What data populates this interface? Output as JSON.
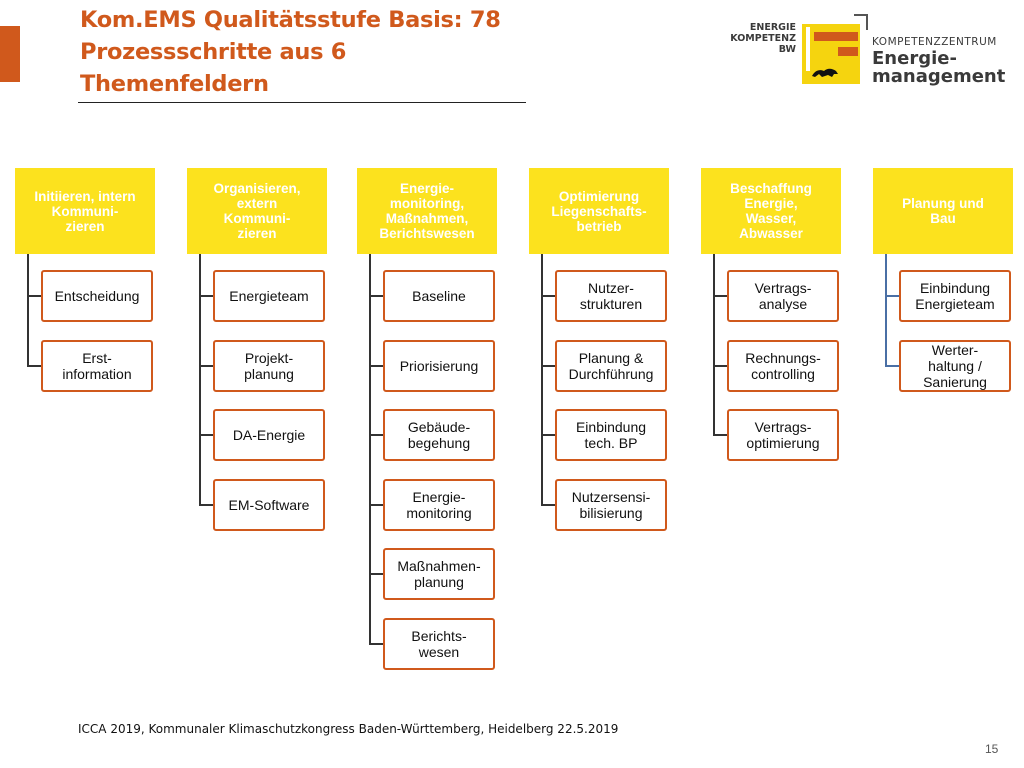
{
  "title": "Kom.EMS Qualitätsstufe Basis: 78 Prozessschritte aus 6 Themenfeldern",
  "logo": {
    "left_text": "ENERGIE\nKOMPETENZ\nBW",
    "right_small": "KOMPETENZZENTRUM",
    "right_big": "Energie-\nmanagement"
  },
  "columns": [
    {
      "header": "Initiieren, intern\nKommuni-\nzieren",
      "items": [
        "Entscheidung",
        "Erst-\ninformation"
      ]
    },
    {
      "header": "Organisieren,\nextern\nKommuni-\nzieren",
      "items": [
        "Energieteam",
        "Projekt-\nplanung",
        "DA-Energie",
        "EM-Software"
      ]
    },
    {
      "header": "Energie-\nmonitoring,\nMaßnahmen,\nBerichtswesen",
      "items": [
        "Baseline",
        "Priorisierung",
        "Gebäude-\nbegehung",
        "Energie-\nmonitoring",
        "Maßnahmen-\nplanung",
        "Berichts-\nwesen"
      ]
    },
    {
      "header": "Optimierung\nLiegenschafts-\nbetrieb",
      "items": [
        "Nutzer-\nstrukturen",
        "Planung &\nDurchführung",
        "Einbindung\ntech. BP",
        "Nutzersensi-\nbilisierung"
      ]
    },
    {
      "header": "Beschaffung\nEnergie,\nWasser,\nAbwasser",
      "items": [
        "Vertrags-\nanalyse",
        "Rechnungs-\ncontrolling",
        "Vertrags-\noptimierung"
      ]
    },
    {
      "header": "Planung und\nBau",
      "items": [
        "Einbindung\nEnergieteam",
        "Werter-\nhaltung /\nSanierung"
      ]
    }
  ],
  "footer": "ICCA 2019, Kommunaler Klimaschutzkongress Baden-Württemberg, Heidelberg 22.5.2019",
  "page_number": "15",
  "colors": {
    "accent": "#d0591c",
    "header_fill": "#fce21e",
    "connector": "#333333",
    "connector_last": "#4a6fa5"
  }
}
